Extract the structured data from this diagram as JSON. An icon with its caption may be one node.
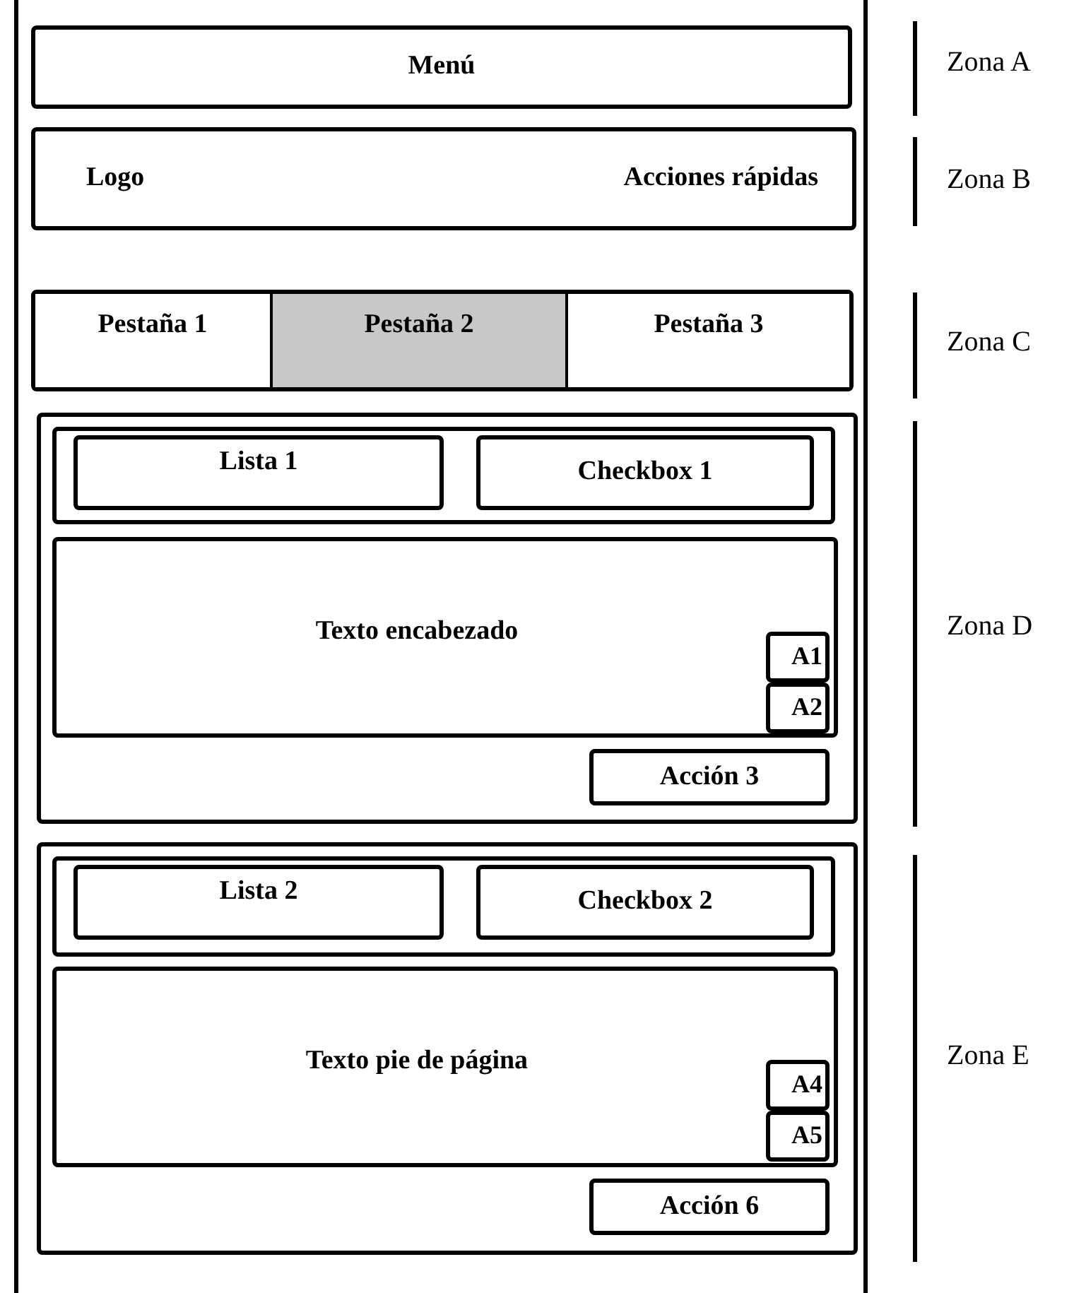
{
  "diagram": {
    "nodes": [
      {
        "text": [],
        "shape": "box"
      },
      {
        "text": [
          "Menú"
        ],
        "in": 0
      },
      {
        "text": [
          "Logo",
          "Acciones rápidas"
        ],
        "in": 0
      },
      {
        "text": [],
        "shape": "box",
        "in": 0
      },
      {
        "text": [
          "Pestaña 1"
        ],
        "in": 3
      },
      {
        "text": [
          "Pestaña 2"
        ],
        "in": 3
      },
      {
        "text": [
          "Pestaña 3"
        ],
        "in": 3
      },
      {
        "text": [],
        "shape": "box",
        "in": 0
      },
      {
        "text": [],
        "shape": "box",
        "in": 7
      },
      {
        "text": [
          "Lista 1"
        ],
        "in": 8
      },
      {
        "text": [
          "Checkbox 1"
        ],
        "in": 8
      },
      {
        "text": [
          "Texto encabezado"
        ],
        "in": 7
      },
      {
        "text": [
          "A1"
        ],
        "in": 11
      },
      {
        "text": [
          "A2"
        ],
        "in": 11
      },
      {
        "text": [
          "Acción 3"
        ],
        "in": 7
      },
      {
        "text": [],
        "shape": "box",
        "in": 0
      },
      {
        "text": [],
        "shape": "box",
        "in": 15
      },
      {
        "text": [
          "Lista 2"
        ],
        "in": 16
      },
      {
        "text": [
          "Checkbox 2"
        ],
        "in": 16
      },
      {
        "text": [
          "Texto pie de página"
        ],
        "in": 15
      },
      {
        "text": [
          "A4"
        ],
        "in": 19
      },
      {
        "text": [
          "A5"
        ],
        "in": 19
      },
      {
        "text": [
          "Acción 6"
        ],
        "in": 15
      }
    ],
    "edges": [],
    "labels": [
      "Zona A",
      "Zona B",
      "Zona C",
      "Zona D",
      "Zona E"
    ]
  }
}
